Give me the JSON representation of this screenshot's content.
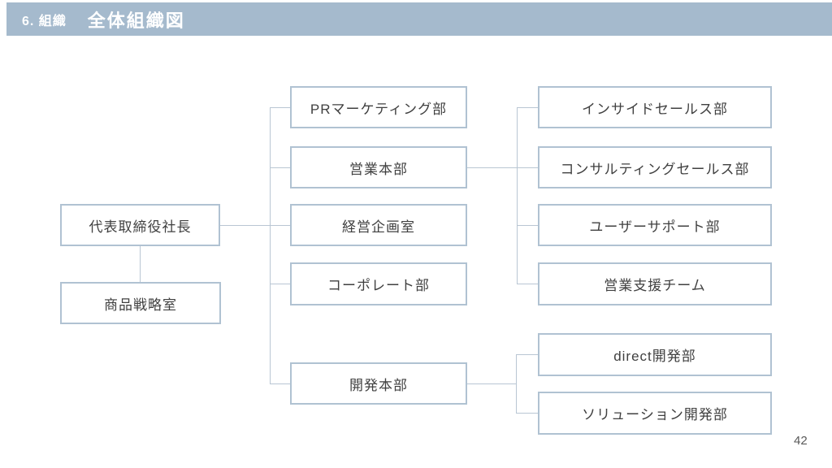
{
  "header": {
    "section_label": "6. 組織",
    "title": "全体組織図"
  },
  "page_number": "42",
  "colors": {
    "header_bar": "#a5bacd",
    "box_border": "#b0c2d2",
    "connector_line": "#b9c6d3",
    "box_text": "#404040",
    "page_number_text": "#595959"
  },
  "org_chart": {
    "nodes": [
      {
        "id": "ceo",
        "label": "代表取締役社長"
      },
      {
        "id": "product-strategy",
        "label": "商品戦略室"
      },
      {
        "id": "pr-marketing",
        "label": "PRマーケティング部"
      },
      {
        "id": "sales-hq",
        "label": "営業本部"
      },
      {
        "id": "corporate-planning",
        "label": "経営企画室"
      },
      {
        "id": "corporate-dept",
        "label": "コーポレート部"
      },
      {
        "id": "dev-hq",
        "label": "開発本部"
      },
      {
        "id": "inside-sales",
        "label": "インサイドセールス部"
      },
      {
        "id": "consulting-sales",
        "label": "コンサルティングセールス部"
      },
      {
        "id": "user-support",
        "label": "ユーザーサポート部"
      },
      {
        "id": "sales-support-team",
        "label": "営業支援チーム"
      },
      {
        "id": "direct-dev",
        "label": "direct開発部"
      },
      {
        "id": "solution-dev",
        "label": "ソリューション開発部"
      }
    ],
    "edges": [
      {
        "from": "ceo",
        "to": "product-strategy"
      },
      {
        "from": "ceo",
        "to": "pr-marketing"
      },
      {
        "from": "ceo",
        "to": "sales-hq"
      },
      {
        "from": "ceo",
        "to": "corporate-planning"
      },
      {
        "from": "ceo",
        "to": "corporate-dept"
      },
      {
        "from": "ceo",
        "to": "dev-hq"
      },
      {
        "from": "sales-hq",
        "to": "inside-sales"
      },
      {
        "from": "sales-hq",
        "to": "consulting-sales"
      },
      {
        "from": "sales-hq",
        "to": "user-support"
      },
      {
        "from": "sales-hq",
        "to": "sales-support-team"
      },
      {
        "from": "dev-hq",
        "to": "direct-dev"
      },
      {
        "from": "dev-hq",
        "to": "solution-dev"
      }
    ]
  }
}
